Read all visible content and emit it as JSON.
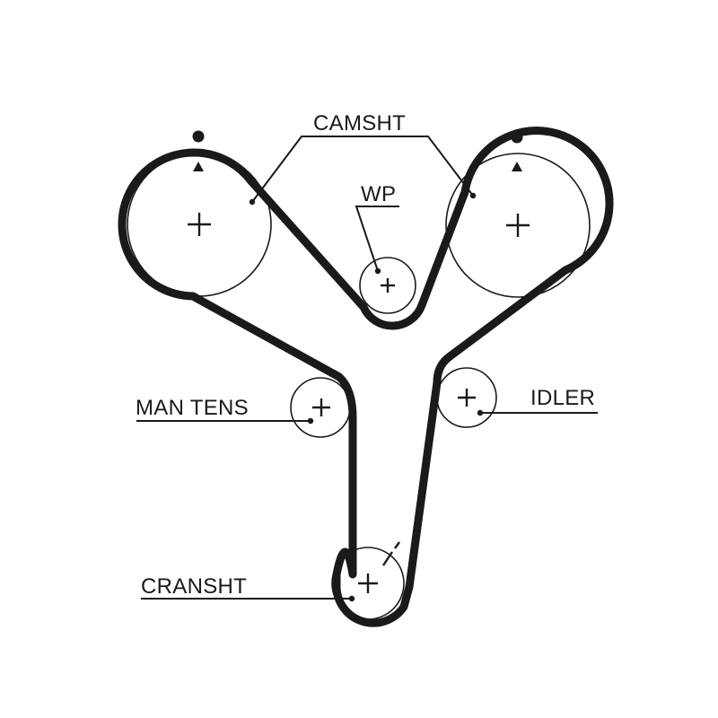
{
  "diagram": {
    "labels": {
      "camshaft": "CAMSHT",
      "water_pump": "WP",
      "manual_tensioner": "MAN TENS",
      "idler": "IDLER",
      "crankshaft": "CRANSHT"
    },
    "colors": {
      "ink": "#1a1a1a",
      "background": "#ffffff"
    }
  }
}
